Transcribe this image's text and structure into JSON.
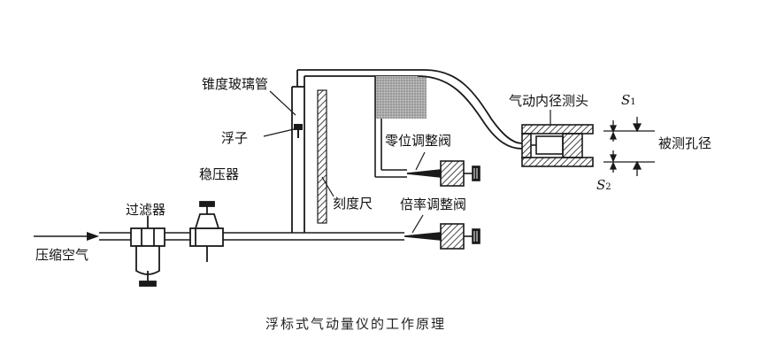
{
  "labels": {
    "compressed_air": "压缩空气",
    "filter": "过滤器",
    "regulator": "稳压器",
    "float": "浮子",
    "tapered_tube": "锥度玻璃管",
    "scale": "刻度尺",
    "zero_valve": "零位调整阀",
    "ratio_valve": "倍率调整阀",
    "probe": "气动内径测头",
    "bore": "被测孔径",
    "s1_main": "S",
    "s1_sub": "1",
    "s2_main": "S",
    "s2_sub": "2"
  },
  "caption": "浮标式气动量仪的工作原理",
  "colors": {
    "line": "#1a1a1a",
    "shade": "#9a9a9a",
    "background": "#ffffff"
  }
}
